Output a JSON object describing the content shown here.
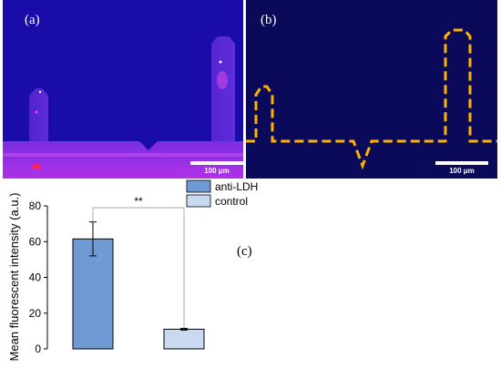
{
  "panel_a": {
    "label": "(a)",
    "scale": "100 μm"
  },
  "panel_b": {
    "label": "(b)",
    "scale": "100 μm"
  },
  "panel_c": {
    "label": "(c)"
  },
  "colors": {
    "anti_ldh": "#6f9bd4",
    "control": "#c9d9f0",
    "outline_dash": "#ffb300"
  },
  "chart_data": {
    "type": "bar",
    "categories": [
      "anti-LDH",
      "control"
    ],
    "values": [
      61.5,
      11
    ],
    "errors": [
      9.5,
      0.5
    ],
    "ylabel": "Mean fluorescent intensity (a.u.)",
    "xlabel": "",
    "ylim": [
      0,
      80
    ],
    "yticks": [
      0,
      20,
      40,
      60,
      80
    ],
    "significance": "**",
    "legend": [
      "anti-LDH",
      "control"
    ],
    "legend_position": "top-center",
    "grid": false
  }
}
